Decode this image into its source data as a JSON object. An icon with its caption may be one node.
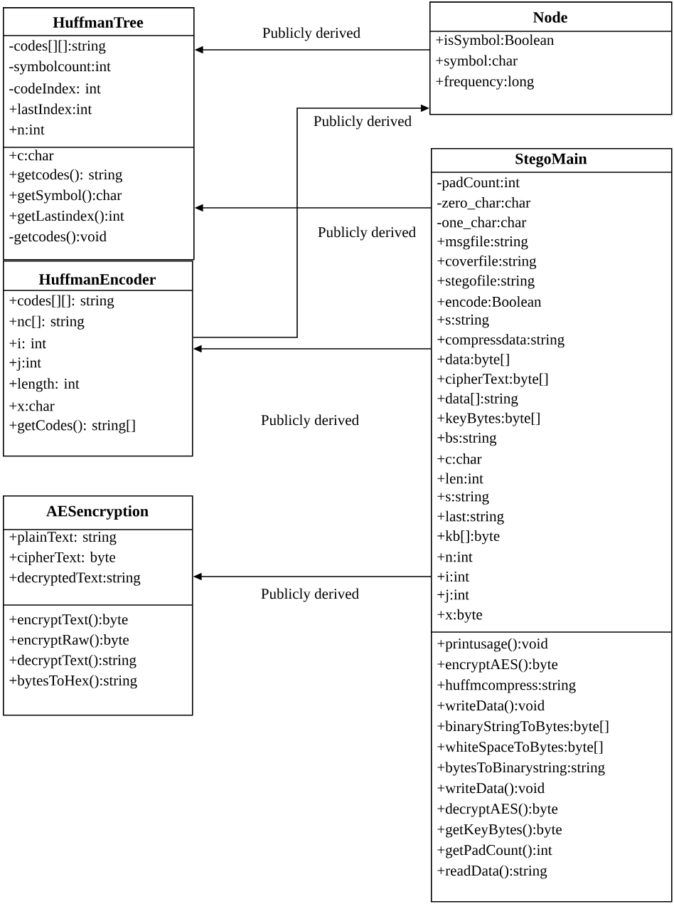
{
  "diagram": {
    "nodes": [
      {
        "text": [
          "HuffmanTree",
          "-codes[][]:string",
          "-symbolcount:int",
          "-codeIndex: int",
          "+lastIndex:int",
          "+n:int",
          "+c:char",
          "+getcodes(): string",
          "+getSymbol():char",
          "+getLastindex():int",
          "-getcodes():void"
        ]
      },
      {
        "text": [
          "Node",
          "+isSymbol:Boolean",
          "+symbol:char",
          "+frequency:long"
        ]
      },
      {
        "text": [
          "StegoMain",
          "-padCount:int",
          "-zero_char:char",
          "-one_char:char",
          "+msgfile:string",
          "+coverfile:string",
          "+stegofile:string",
          "+encode:Boolean",
          "+s:string",
          "+compressdata:string",
          "+data:byte[]",
          "+cipherText:byte[]",
          "+data[]:string",
          "+keyBytes:byte[]",
          "+bs:string",
          "+c:char",
          "+len:int",
          "+s:string",
          "+last:string",
          "+kb[]:byte",
          "+n:int",
          "+i:int",
          "+j:int",
          "+x:byte",
          "+printusage():void",
          "+encryptAES():byte",
          "+huffmcompress:string",
          "+writeData():void",
          "+binaryStringToBytes:byte[]",
          "+whiteSpaceToBytes:byte[]",
          "+bytesToBinarystring:string",
          "+writeData():void",
          "+decryptAES():byte",
          "+getKeyBytes():byte",
          "+getPadCount():int",
          "+readData():string"
        ]
      },
      {
        "text": [
          "HuffmanEncoder",
          "+codes[][]: string",
          "+nc[]: string",
          "+i: int",
          "+j:int",
          "+length: int",
          "+x:char",
          "+getCodes(): string[]"
        ]
      },
      {
        "text": [
          "AESencryption",
          "+plainText: string",
          "+cipherText: byte",
          "+decryptedText:string",
          "+encryptText():byte",
          "+encryptRaw():byte",
          "+decryptText():string",
          "+bytesToHex():string"
        ]
      }
    ],
    "edges": [
      {
        "from": 1,
        "to": 0,
        "arrow": "to",
        "label": "Publicly derived"
      },
      {
        "from": 3,
        "to": 1,
        "arrow": "to",
        "label": "Publicly derived"
      },
      {
        "from": 2,
        "to": 0,
        "arrow": "to",
        "label": "Publicly derived"
      },
      {
        "from": 2,
        "to": 3,
        "arrow": "to",
        "label": "Publicly derived"
      },
      {
        "from": 2,
        "to": 4,
        "arrow": "to",
        "label": "Publicly derived"
      }
    ]
  }
}
